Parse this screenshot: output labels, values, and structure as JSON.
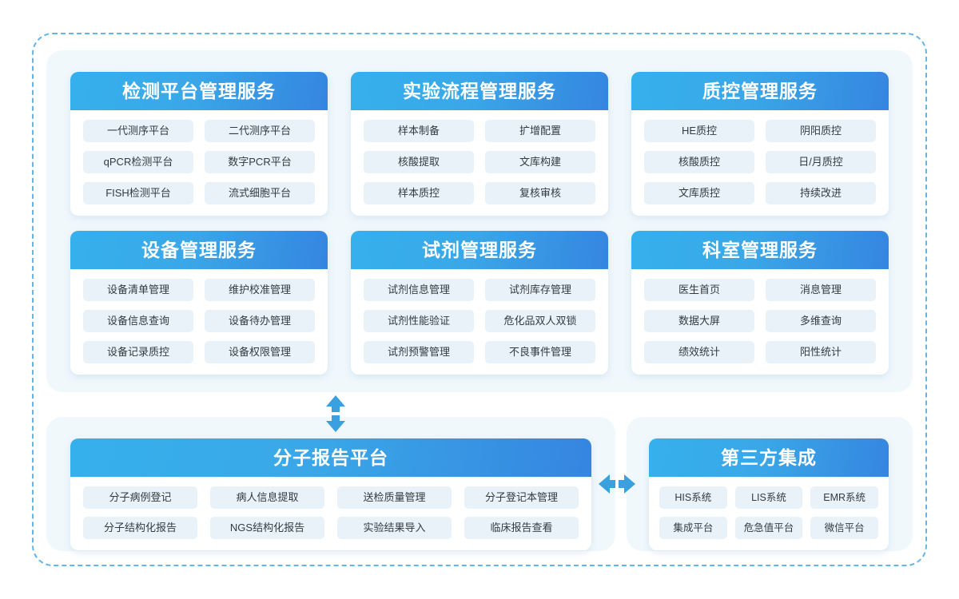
{
  "diagram": {
    "title_region": "medical-lab-platform-architecture",
    "accent_colors": {
      "header_gradient_start": "#35b0ec",
      "header_gradient_end": "#3585e0",
      "panel_background": "#f1f8fc",
      "pill_background": "#e9f2f9",
      "dashed_border": "#62b6e8",
      "arrow": "#3aa0e0"
    }
  },
  "services_panel": {
    "cards": [
      {
        "title": "检测平台管理服务",
        "items": [
          "一代测序平台",
          "二代测序平台",
          "qPCR检测平台",
          "数字PCR平台",
          "FISH检测平台",
          "流式细胞平台"
        ]
      },
      {
        "title": "实验流程管理服务",
        "items": [
          "样本制备",
          "扩增配置",
          "核酸提取",
          "文库构建",
          "样本质控",
          "复核审核"
        ]
      },
      {
        "title": "质控管理服务",
        "items": [
          "HE质控",
          "阴阳质控",
          "核酸质控",
          "日/月质控",
          "文库质控",
          "持续改进"
        ]
      },
      {
        "title": "设备管理服务",
        "items": [
          "设备清单管理",
          "维护校准管理",
          "设备信息查询",
          "设备待办管理",
          "设备记录质控",
          "设备权限管理"
        ]
      },
      {
        "title": "试剂管理服务",
        "items": [
          "试剂信息管理",
          "试剂库存管理",
          "试剂性能验证",
          "危化品双人双锁",
          "试剂预警管理",
          "不良事件管理"
        ]
      },
      {
        "title": "科室管理服务",
        "items": [
          "医生首页",
          "消息管理",
          "数据大屏",
          "多维查询",
          "绩效统计",
          "阳性统计"
        ]
      }
    ]
  },
  "report_platform": {
    "title": "分子报告平台",
    "items": [
      "分子病例登记",
      "病人信息提取",
      "送检质量管理",
      "分子登记本管理",
      "分子结构化报告",
      "NGS结构化报告",
      "实验结果导入",
      "临床报告查看"
    ]
  },
  "third_party": {
    "title": "第三方集成",
    "items": [
      "HIS系统",
      "LIS系统",
      "EMR系统",
      "集成平台",
      "危急值平台",
      "微信平台"
    ]
  },
  "connectors": [
    {
      "name": "vertical-double-arrow",
      "icon": "double-arrow-vertical-icon",
      "direction": "vertical"
    },
    {
      "name": "horizontal-double-arrow",
      "icon": "double-arrow-horizontal-icon",
      "direction": "horizontal"
    }
  ]
}
